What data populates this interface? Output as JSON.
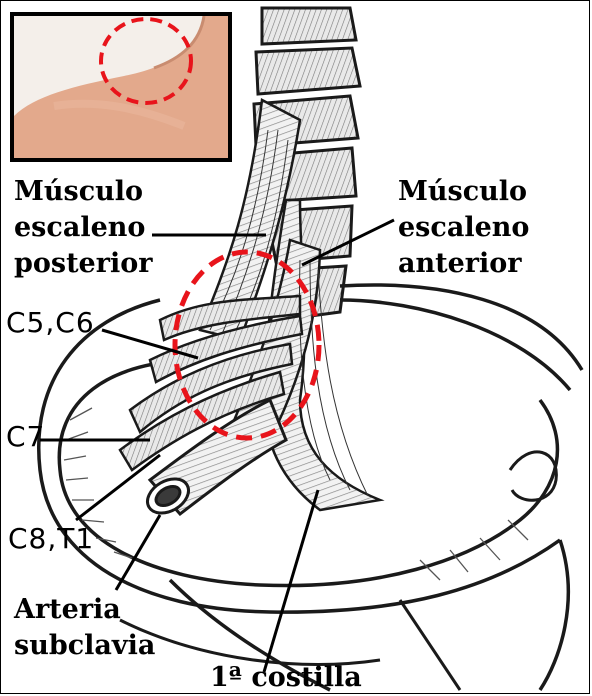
{
  "labels": {
    "posterior_line1": "Músculo",
    "posterior_line2": "escaleno",
    "posterior_line3": "posterior",
    "anterior_line1": "Músculo",
    "anterior_line2": "escaleno",
    "anterior_line3": "anterior",
    "c5c6": "C5,C6",
    "c7": "C7",
    "c8t1": "C8,T1",
    "arteria_line1": "Arteria",
    "arteria_line2": "subclavia",
    "costilla": "1ª costilla"
  },
  "colors": {
    "highlight_circle": "#e8141b",
    "inset_skin": "#e3a98c",
    "inset_background": "#f4efea",
    "ink": "#1a1a1a"
  }
}
